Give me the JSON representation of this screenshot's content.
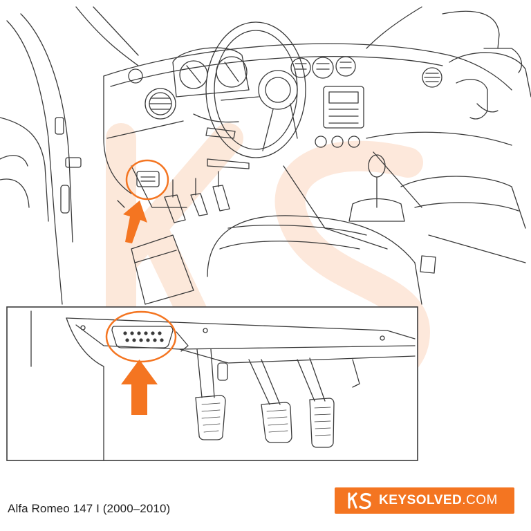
{
  "caption": "Alfa Romeo 147 I (2000–2010)",
  "brand": {
    "name": "KEYSOLVED",
    "tld": ".COM",
    "color": "#f47521"
  },
  "watermark_color": "#f9c7a8",
  "highlight_color": "#f47521"
}
